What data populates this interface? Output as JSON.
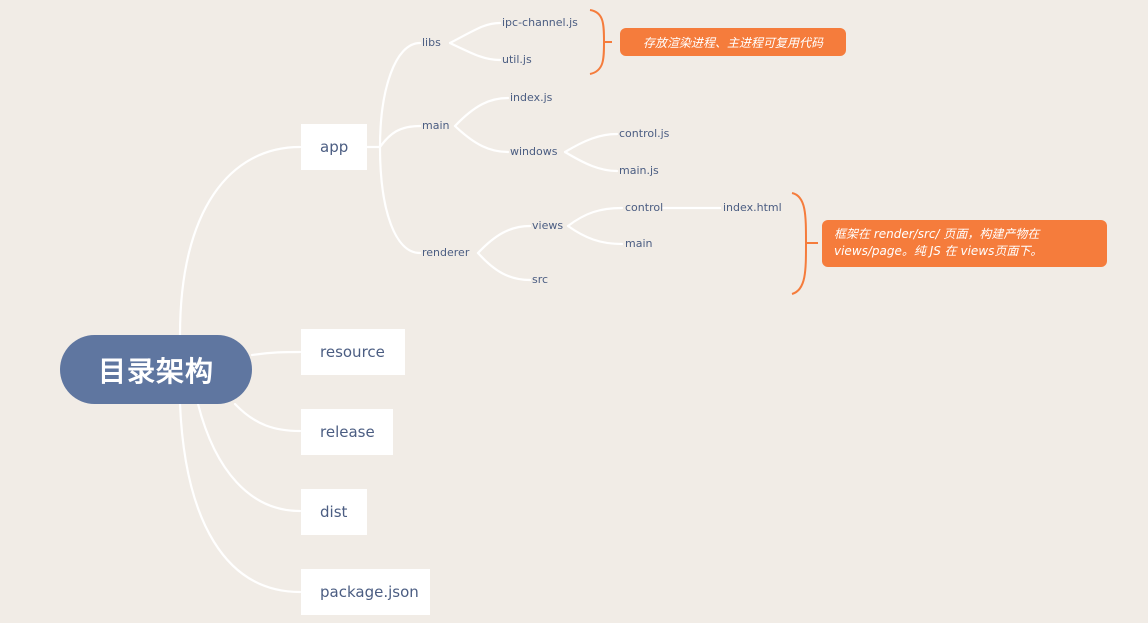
{
  "root": {
    "label": "目录架构"
  },
  "top_level": {
    "app": "app",
    "resource": "resource",
    "release": "release",
    "dist": "dist",
    "package": "package.json"
  },
  "app_children": {
    "libs": "libs",
    "main": "main",
    "renderer": "renderer"
  },
  "libs_children": {
    "ipc_channel": "ipc-channel.js",
    "util": "util.js"
  },
  "main_children": {
    "index": "index.js",
    "windows": "windows"
  },
  "windows_children": {
    "control": "control.js",
    "main": "main.js"
  },
  "renderer_children": {
    "views": "views",
    "src": "src"
  },
  "views_children": {
    "control": "control",
    "main": "main"
  },
  "control_children": {
    "index_html": "index.html"
  },
  "notes": {
    "libs_note": "存放渲染进程、主进程可复用代码",
    "renderer_note": "框架在 render/src/ 页面，构建产物在 views/page。纯 JS 在 views页面下。"
  },
  "colors": {
    "background": "#f1ece6",
    "root_fill": "#5f76a0",
    "node_text": "#4b5d82",
    "connector": "#ffffff",
    "note_fill": "#f57c3c"
  }
}
